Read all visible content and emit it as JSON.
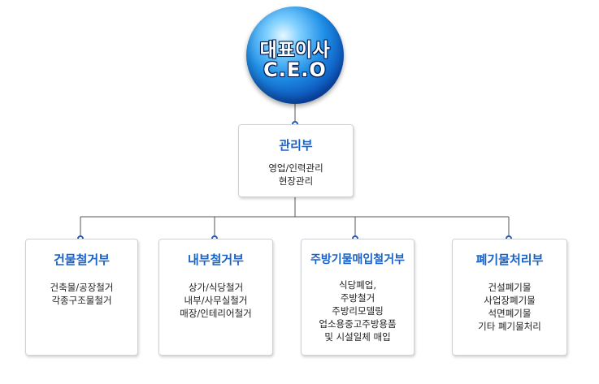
{
  "ceo": {
    "line1": "대표이사",
    "line2": "C.E.O"
  },
  "admin": {
    "title": "관리부",
    "lines": [
      "영업/인력관리",
      "현장관리"
    ]
  },
  "departments": [
    {
      "title": "건물철거부",
      "lines": [
        "건축물/공장철거",
        "각종구조물철거"
      ]
    },
    {
      "title": "내부철거부",
      "lines": [
        "상가/식당철거",
        "내부/사무실철거",
        "매장/인테리어철거"
      ]
    },
    {
      "title": "주방기물매입철거부",
      "lines": [
        "식당폐업,",
        "주방철거",
        "주방리모델링",
        "업소용중고주방용품",
        "및 시설일체 매입"
      ]
    },
    {
      "title": "폐기물처리부",
      "lines": [
        "건설폐기물",
        "사업장폐기물",
        "석면폐기물",
        "기타 폐기물처리"
      ]
    }
  ],
  "colors": {
    "title_blue": "#1a63c5",
    "connector": "#555555",
    "dot_border": "#1f5bb5"
  }
}
